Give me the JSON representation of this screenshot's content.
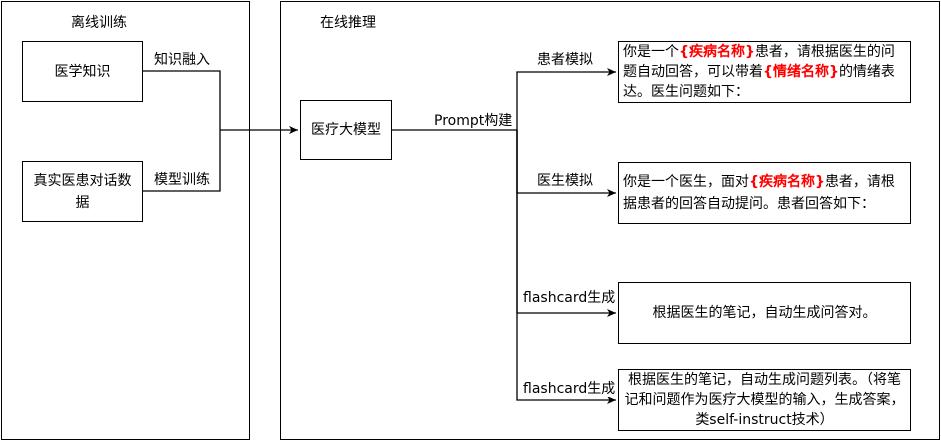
{
  "offline": {
    "title": "离线训练",
    "nodes": {
      "medical_knowledge": "医学知识",
      "real_dialogue": "真实医患对话数据"
    },
    "edge_labels": {
      "knowledge_fusion": "知识融入",
      "model_training": "模型训练"
    }
  },
  "online": {
    "title": "在线推理",
    "model_node": "医疗大模型",
    "prompt_label": "Prompt构建",
    "branches": {
      "patient": {
        "label": "患者模拟",
        "parts": [
          "你是一个",
          "{疾病名称}",
          "患者，请根据医生的问题自动回答，可以带着",
          "{情绪名称}",
          "的情绪表达。医生问题如下："
        ]
      },
      "doctor": {
        "label": "医生模拟",
        "parts": [
          "你是一个医生，面对",
          "{疾病名称}",
          "患者，请根据患者的回答自动提问。患者回答如下："
        ]
      },
      "flashcard1": {
        "label": "flashcard生成",
        "text": "根据医生的笔记，自动生成问答对。"
      },
      "flashcard2": {
        "label": "flashcard生成",
        "text": "根据医生的笔记，自动生成问题列表。（将笔记和问题作为医疗大模型的输入，生成答案，类self-instruct技术）"
      }
    }
  }
}
